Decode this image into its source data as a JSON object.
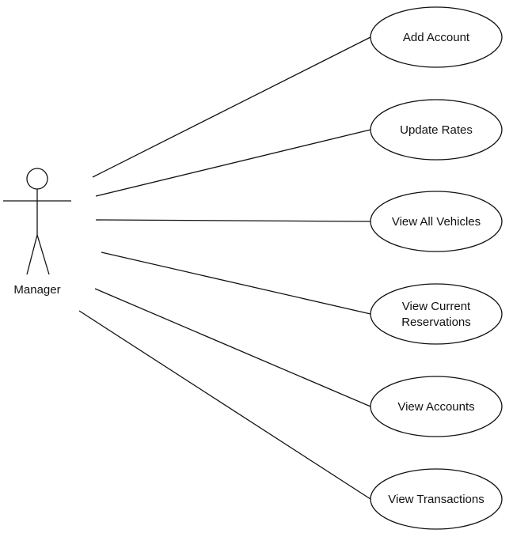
{
  "actor": {
    "label": "Manager"
  },
  "use_cases": [
    {
      "id": "add-account",
      "lines": [
        "Add Account"
      ]
    },
    {
      "id": "update-rates",
      "lines": [
        "Update Rates"
      ]
    },
    {
      "id": "view-all-vehicles",
      "lines": [
        "View All Vehicles"
      ]
    },
    {
      "id": "view-current-reservations",
      "lines": [
        "View Current",
        "Reservations"
      ]
    },
    {
      "id": "view-accounts",
      "lines": [
        "View Accounts"
      ]
    },
    {
      "id": "view-transactions",
      "lines": [
        "View Transactions"
      ]
    }
  ]
}
